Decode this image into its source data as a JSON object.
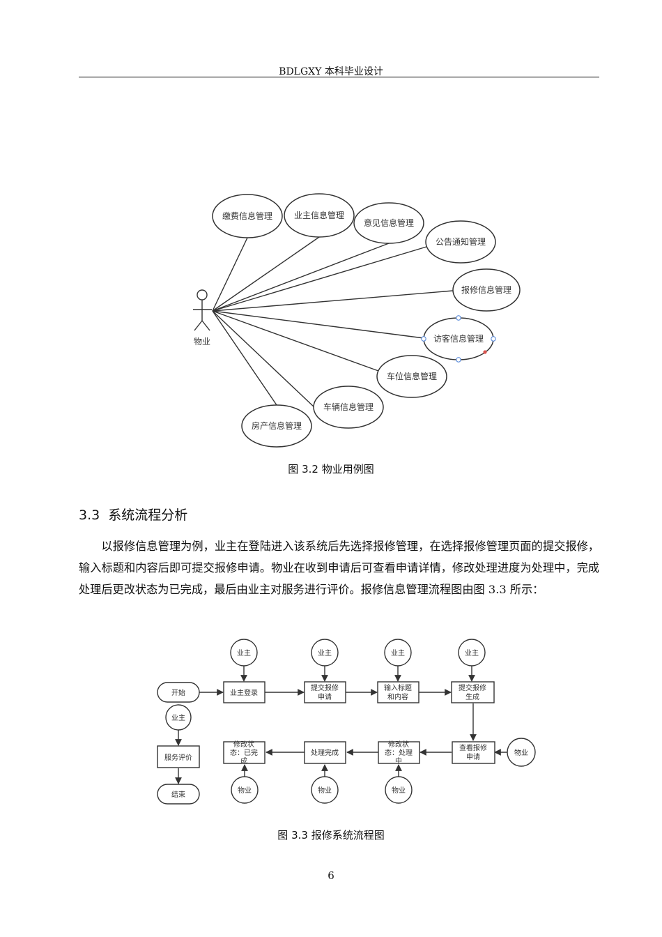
{
  "header": {
    "title": "BDLGXY 本科毕业设计"
  },
  "figure1": {
    "caption": "图 3.2  物业用例图",
    "actor": "物业",
    "use_cases": [
      "缴费信息管理",
      "业主信息管理",
      "意见信息管理",
      "公告通知管理",
      "报修信息管理",
      "访客信息管理",
      "车位信息管理",
      "车辆信息管理",
      "房产信息管理"
    ]
  },
  "section": {
    "number": "3.3",
    "title": "系统流程分析"
  },
  "paragraph": "以报修信息管理为例，业主在登陆进入该系统后先选择报修管理，在选择报修管理页面的提交报修，输入标题和内容后即可提交报修申请。物业在收到申请后可查看申请详情，修改处理进度为处理中，完成处理后更改状态为已完成，最后由业主对服务进行评价。报修信息管理流程图由图 3.3 所示：",
  "figure2": {
    "caption": "图 3.3  报修系统流程图",
    "start": "开始",
    "end": "结束",
    "owner": "业主",
    "property": "物业",
    "steps": {
      "login": "业主登录",
      "submit1": "提交报修",
      "submit2": "申请",
      "input1": "输入标题",
      "input2": "和内容",
      "gen1": "提交报修",
      "gen2": "生成",
      "view1": "查看报修",
      "view2": "申请",
      "proc1": "修改状",
      "proc2": "态：处理",
      "proc3": "中",
      "done": "处理完成",
      "fin1": "修改状",
      "fin2": "态：已完",
      "fin3": "成",
      "eval": "服务评价"
    }
  },
  "page_number": "6"
}
